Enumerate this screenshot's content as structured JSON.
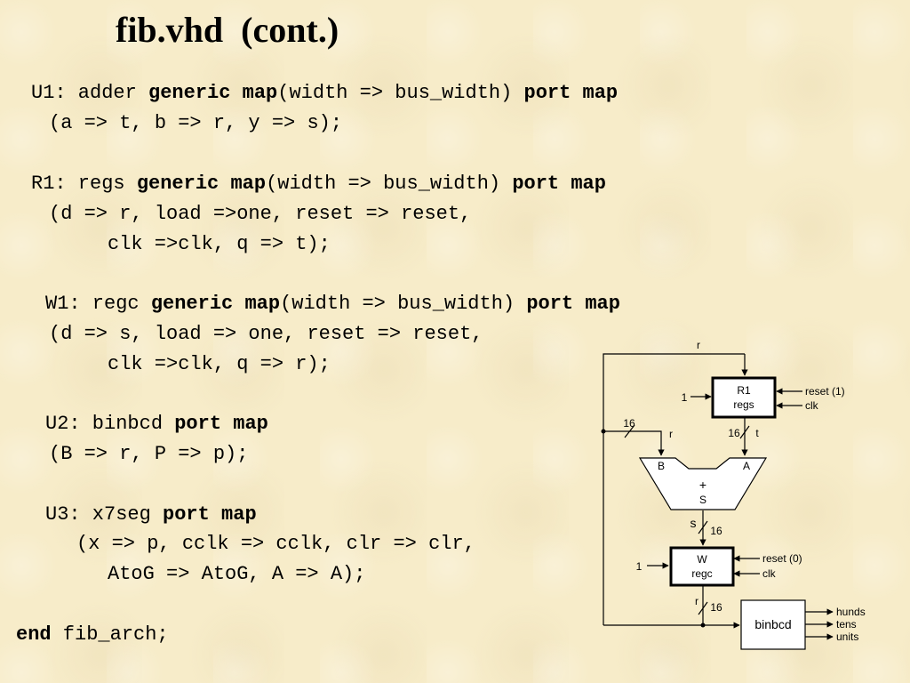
{
  "title": "fib.vhd  (cont.)",
  "code": {
    "u1_a": "U1: adder ",
    "u1_kw1": "generic map",
    "u1_b": "(width => bus_width) ",
    "u1_kw2": "port map",
    "u1_l2": "(a => t, b => r, y => s);",
    "r1_a": "R1: regs ",
    "r1_kw1": "generic map",
    "r1_b": "(width => bus_width) ",
    "r1_kw2": "port map",
    "r1_l2": "(d => r, load =>one, reset => reset,",
    "r1_l3": "clk =>clk, q => t);",
    "w1_a": "W1: regc ",
    "w1_kw1": "generic map",
    "w1_b": "(width => bus_width) ",
    "w1_kw2": "port map",
    "w1_l2": "(d => s, load => one, reset => reset,",
    "w1_l3": "clk =>clk, q => r);",
    "u2_a": "U2: binbcd ",
    "u2_kw": "port map",
    "u2_l2": "(B => r, P => p);",
    "u3_a": "U3: x7seg ",
    "u3_kw": "port map",
    "u3_l2": "(x => p, cclk => cclk, clr => clr,",
    "u3_l3": "AtoG => AtoG, A => A);",
    "end_kw": "end",
    "end_rest": " fib_arch;"
  },
  "diagram": {
    "r_top": "r",
    "r1_name": "R1",
    "r1_type": "regs",
    "r1_load": "1",
    "r1_reset": "reset  (1)",
    "r1_clk": "clk",
    "w16_a": "16",
    "r_b": "r",
    "w16_b": "16",
    "t_label": "t",
    "adder_b": "B",
    "adder_a": "A",
    "adder_plus": "+",
    "adder_s": "S",
    "s_label": "s",
    "w16_c": "16",
    "w_name": "W",
    "w_type": "regc",
    "w_load": "1",
    "w_reset": "reset  (0)",
    "w_clk": "clk",
    "r_c": "r",
    "w16_d": "16",
    "binbcd": "binbcd",
    "hunds": "hunds",
    "tens": "tens",
    "units": "units"
  }
}
